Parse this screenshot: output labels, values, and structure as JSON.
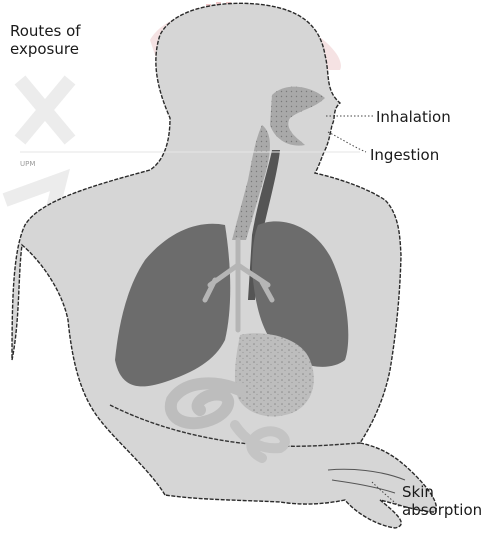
{
  "diagram": {
    "title_line1": "Routes of",
    "title_line2": "exposure",
    "labels": {
      "inhalation": "Inhalation",
      "ingestion": "Ingestion",
      "skin_line1": "Skin",
      "skin_line2": "absorption"
    }
  },
  "watermark": {
    "small_text": "UPM"
  },
  "colors": {
    "body_fill": "#d6d6d6",
    "body_outline": "#2a2a2a",
    "lungs": "#6c6c6c",
    "airway": "#a9a9a9",
    "stomach": "#bdbdbd",
    "watermark": "#c95b5f"
  }
}
